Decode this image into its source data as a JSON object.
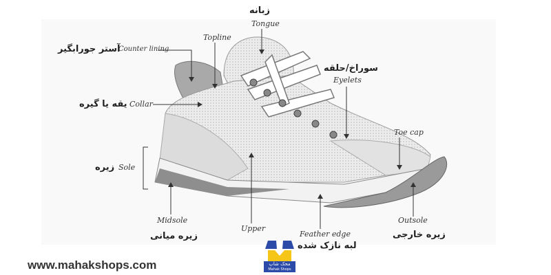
{
  "labels": {
    "tongue": {
      "fa": "زبانه",
      "en": "Tongue"
    },
    "counter_lining": {
      "fa": "آستر جورابگیر",
      "en": "Counter lining"
    },
    "topline": {
      "en": "Topline"
    },
    "collar": {
      "fa": "یقه یا گیره",
      "en": "Collar"
    },
    "eyelets": {
      "fa": "سوراخ/حلقه",
      "en": "Eyelets"
    },
    "toe_cap": {
      "en": "Toe cap"
    },
    "sole": {
      "fa": "زیره",
      "en": "Sole"
    },
    "midsole": {
      "fa": "زیره میانی",
      "en": "Midsole"
    },
    "upper": {
      "en": "Upper"
    },
    "feather_edge": {
      "fa": "لبه نازک شده",
      "en": "Feather edge"
    },
    "outsole": {
      "fa": "زیره خارجی",
      "en": "Outsole"
    }
  },
  "footer": {
    "url": "www.mahakshops.com",
    "logo_text_fa": "محک شاپ",
    "logo_text_en": "Mahak Shops"
  },
  "colors": {
    "logo_blue": "#2c4aa8",
    "logo_yellow": "#f5c518"
  }
}
